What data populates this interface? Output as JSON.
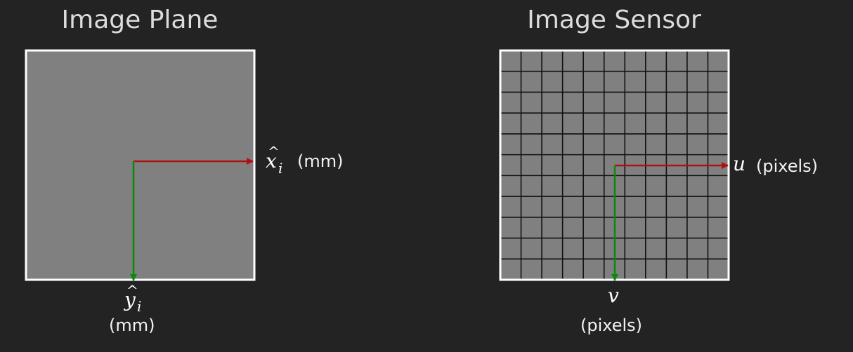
{
  "titles": {
    "left": "Image Plane",
    "right": "Image Sensor"
  },
  "left_panel": {
    "x_axis": {
      "symbol": "x",
      "hat": "^",
      "subscript": "i",
      "unit": "(mm)"
    },
    "y_axis": {
      "symbol": "y",
      "hat": "^",
      "subscript": "i",
      "unit": "(mm)"
    }
  },
  "right_panel": {
    "u_axis": {
      "symbol": "u",
      "unit": "(pixels)"
    },
    "v_axis": {
      "symbol": "v",
      "unit": "(pixels)"
    },
    "grid": {
      "columns": 11,
      "rows": 11
    }
  },
  "colors": {
    "background": "#232323",
    "panel_fill": "#808080",
    "panel_border": "#ffffff",
    "grid_line": "#111111",
    "x_axis_arrow": "#b01010",
    "y_axis_arrow": "#0a8a0a",
    "title_text": "#dcdcdc"
  }
}
